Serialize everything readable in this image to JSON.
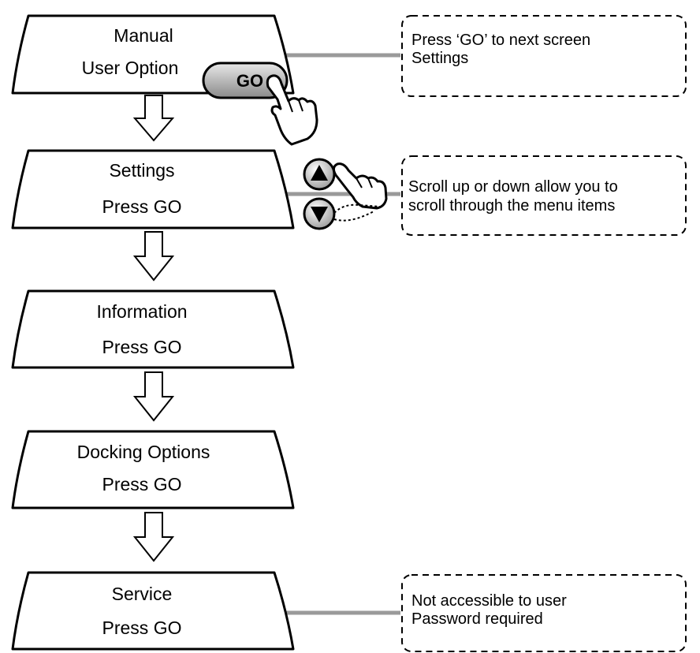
{
  "screens": [
    {
      "id": "manual",
      "line1": "Manual",
      "line2": "User Option"
    },
    {
      "id": "settings",
      "line1": "Settings",
      "line2": "Press GO"
    },
    {
      "id": "information",
      "line1": "Information",
      "line2": "Press GO"
    },
    {
      "id": "docking-options",
      "line1": "Docking Options",
      "line2": "Press GO"
    },
    {
      "id": "service",
      "line1": "Service",
      "line2": "Press GO"
    }
  ],
  "go_button": {
    "label": "GO"
  },
  "notes": {
    "go": {
      "line1": "Press ‘GO’ to next screen",
      "line2": "Settings"
    },
    "scroll": {
      "line1": "Scroll up or down allow you to",
      "line2": "scroll through the menu items"
    },
    "service": {
      "line1": "Not accessible to user",
      "line2": "Password required"
    }
  },
  "colors": {
    "outline": "#000000",
    "connector": "#9a9a9a",
    "button_fill": "#bdbdbd",
    "button_dark": "#6e6e6e"
  },
  "icons": [
    "hand-pointer-icon",
    "up-arrow-icon",
    "down-arrow-icon",
    "down-flow-arrow-icon"
  ]
}
